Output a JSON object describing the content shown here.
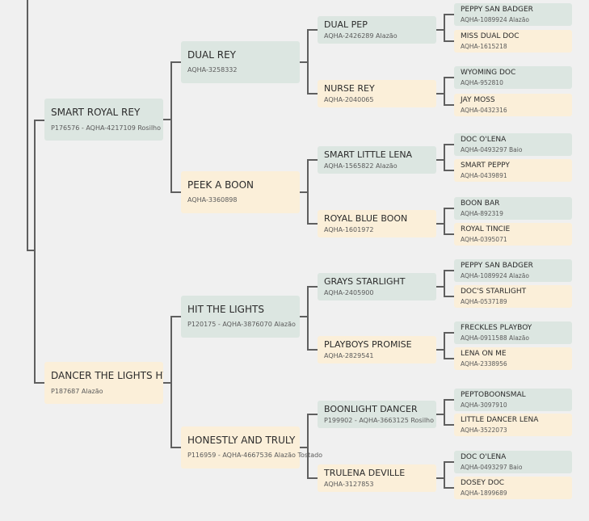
{
  "colors": {
    "sire": "#dce6e1",
    "dam": "#fbefd9",
    "line": "#5f5f5f",
    "background": "#f0f0f0"
  },
  "pedigree": {
    "sire": {
      "name": "SMART ROYAL REY",
      "detail": "P176576 - AQHA-4217109 Rosilho",
      "sire": {
        "name": "DUAL REY",
        "detail": "AQHA-3258332",
        "sire": {
          "name": "DUAL PEP",
          "detail": "AQHA-2426289 Alazão",
          "sire": {
            "name": "PEPPY SAN BADGER",
            "detail": "AQHA-1089924 Alazão"
          },
          "dam": {
            "name": "MISS DUAL DOC",
            "detail": "AQHA-1615218"
          }
        },
        "dam": {
          "name": "NURSE REY",
          "detail": "AQHA-2040065",
          "sire": {
            "name": "WYOMING DOC",
            "detail": "AQHA-952810"
          },
          "dam": {
            "name": "JAY MOSS",
            "detail": "AQHA-0432316"
          }
        }
      },
      "dam": {
        "name": "PEEK A BOON",
        "detail": "AQHA-3360898",
        "sire": {
          "name": "SMART LITTLE LENA",
          "detail": "AQHA-1565822 Alazão",
          "sire": {
            "name": "DOC O'LENA",
            "detail": "AQHA-0493297 Baio"
          },
          "dam": {
            "name": "SMART PEPPY",
            "detail": "AQHA-0439891"
          }
        },
        "dam": {
          "name": "ROYAL BLUE BOON",
          "detail": "AQHA-1601972",
          "sire": {
            "name": "BOON BAR",
            "detail": "AQHA-892319"
          },
          "dam": {
            "name": "ROYAL TINCIE",
            "detail": "AQHA-0395071"
          }
        }
      }
    },
    "dam": {
      "name": "DANCER THE LIGHTS HY",
      "detail": "P187687 Alazão",
      "sire": {
        "name": "HIT THE LIGHTS",
        "detail": "P120175 - AQHA-3876070 Alazão",
        "sire": {
          "name": "GRAYS STARLIGHT",
          "detail": "AQHA-2405900",
          "sire": {
            "name": "PEPPY SAN BADGER",
            "detail": "AQHA-1089924 Alazão"
          },
          "dam": {
            "name": "DOC'S STARLIGHT",
            "detail": "AQHA-0537189"
          }
        },
        "dam": {
          "name": "PLAYBOYS PROMISE",
          "detail": "AQHA-2829541",
          "sire": {
            "name": "FRECKLES PLAYBOY",
            "detail": "AQHA-0911588 Alazão"
          },
          "dam": {
            "name": "LENA ON ME",
            "detail": "AQHA-2338956"
          }
        }
      },
      "dam": {
        "name": "HONESTLY AND TRULY",
        "detail": "P116959 - AQHA-4667536 Alazão Tostado",
        "sire": {
          "name": "BOONLIGHT DANCER",
          "detail": "P199902 - AQHA-3663125 Rosilho",
          "sire": {
            "name": "PEPTOBOONSMAL",
            "detail": "AQHA-3097910"
          },
          "dam": {
            "name": "LITTLE DANCER LENA",
            "detail": "AQHA-3522073"
          }
        },
        "dam": {
          "name": "TRULENA DEVILLE",
          "detail": "AQHA-3127853",
          "sire": {
            "name": "DOC O'LENA",
            "detail": "AQHA-0493297 Baio"
          },
          "dam": {
            "name": "DOSEY DOC",
            "detail": "AQHA-1899689"
          }
        }
      }
    }
  }
}
